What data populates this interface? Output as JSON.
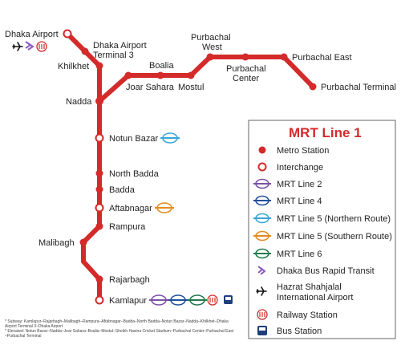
{
  "line_color": "#d42a2a",
  "stations": {
    "dhaka_airport": "Dhaka Airport",
    "terminal3_l1": "Dhaka Airport",
    "terminal3_l2": "Terminal 3",
    "khilkhet": "Khilkhet",
    "nadda": "Nadda",
    "joar_sahara": "Joar Sahara",
    "boalia": "Boalia",
    "mostul": "Mostul",
    "purbachal_west_l1": "Purbachal",
    "purbachal_west_l2": "West",
    "purbachal_center_l1": "Purbachal",
    "purbachal_center_l2": "Center",
    "purbachal_east": "Purbachal East",
    "purbachal_terminal": "Purbachal Terminal",
    "notun_bazar": "Notun Bazar",
    "north_badda": "North Badda",
    "badda": "Badda",
    "aftabnagar": "Aftabnagar",
    "rampura": "Rampura",
    "malibagh": "Malibagh",
    "rajarbagh": "Rajarbagh",
    "kamlapur": "Kamlapur"
  },
  "legend": {
    "title": "MRT Line 1",
    "items": [
      {
        "key": "metro_station",
        "label": "Metro Station",
        "icon": "metro-station-dot"
      },
      {
        "key": "interchange",
        "label": "Interchange",
        "icon": "interchange-ring"
      },
      {
        "key": "mrt2",
        "label": "MRT Line 2",
        "icon": "mrt-line-2-roundel",
        "color": "#7b4fa8"
      },
      {
        "key": "mrt4",
        "label": "MRT Line 4",
        "icon": "mrt-line-4-roundel",
        "color": "#1f4e9c"
      },
      {
        "key": "mrt5n",
        "label": "MRT Line 5 (Northern Route)",
        "icon": "mrt-line-5n-roundel",
        "color": "#3aa6d9"
      },
      {
        "key": "mrt5s",
        "label": "MRT Line 5 (Southern Route)",
        "icon": "mrt-line-5s-roundel",
        "color": "#e38a1e"
      },
      {
        "key": "mrt6",
        "label": "MRT Line 6",
        "icon": "mrt-line-6-roundel",
        "color": "#1f7a4a"
      },
      {
        "key": "brt",
        "label": "Dhaka Bus Rapid Transit",
        "icon": "brt-chevron-icon",
        "color": "#8a5bbf"
      },
      {
        "key": "airport_l1",
        "label": "Hazrat Shahjalal",
        "icon": "airplane-icon"
      },
      {
        "key": "airport_l2",
        "label": "International Airport"
      },
      {
        "key": "railway",
        "label": "Railway Station",
        "icon": "railway-icon",
        "color": "#d42a2a"
      },
      {
        "key": "bus",
        "label": "Bus Station",
        "icon": "bus-icon",
        "color": "#1f3f7a"
      }
    ]
  },
  "notes": {
    "line1": "* Subway: Kamlapur–Rajarbagh–Malibagh–Rampura–Aftabnagar–Badda–North Badda–Notun Bazar–Nadda–Khilkhet–Dhaka",
    "line2": "  Airport Terminal 3–Dhaka Airport",
    "line3": "* Elevated: Notun Bazar–Nadda–Joar Sahara–Boalia–Mostul–Sheikh Hasina Cricket Stadium–Purbachal  Center–Purbachal East",
    "line4": "  –Purbachal Terminal"
  }
}
